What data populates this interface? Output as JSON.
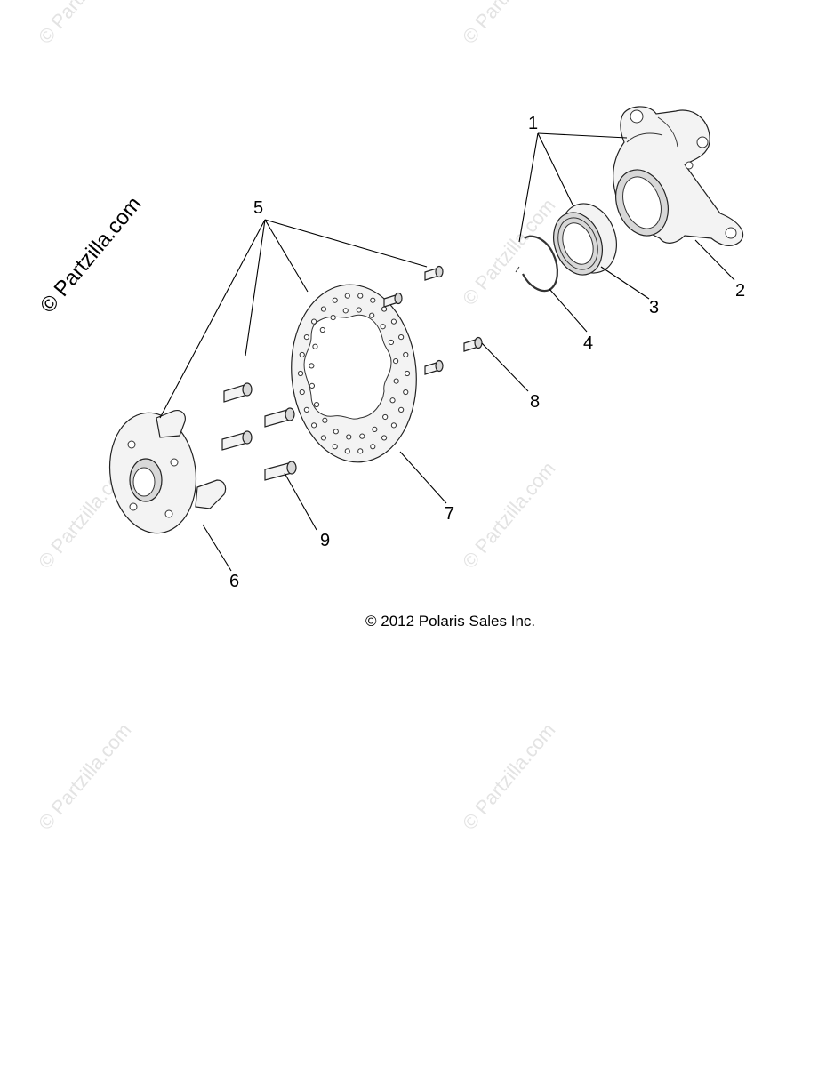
{
  "watermarks": {
    "main": "© Partzilla.com",
    "faint": "© Partzilla.com"
  },
  "copyright": "© 2012 Polaris Sales Inc.",
  "callouts": [
    {
      "id": "1",
      "label": "1"
    },
    {
      "id": "2",
      "label": "2"
    },
    {
      "id": "3",
      "label": "3"
    },
    {
      "id": "4",
      "label": "4"
    },
    {
      "id": "5",
      "label": "5"
    },
    {
      "id": "6",
      "label": "6"
    },
    {
      "id": "7",
      "label": "7"
    },
    {
      "id": "8",
      "label": "8"
    },
    {
      "id": "9",
      "label": "9"
    }
  ]
}
